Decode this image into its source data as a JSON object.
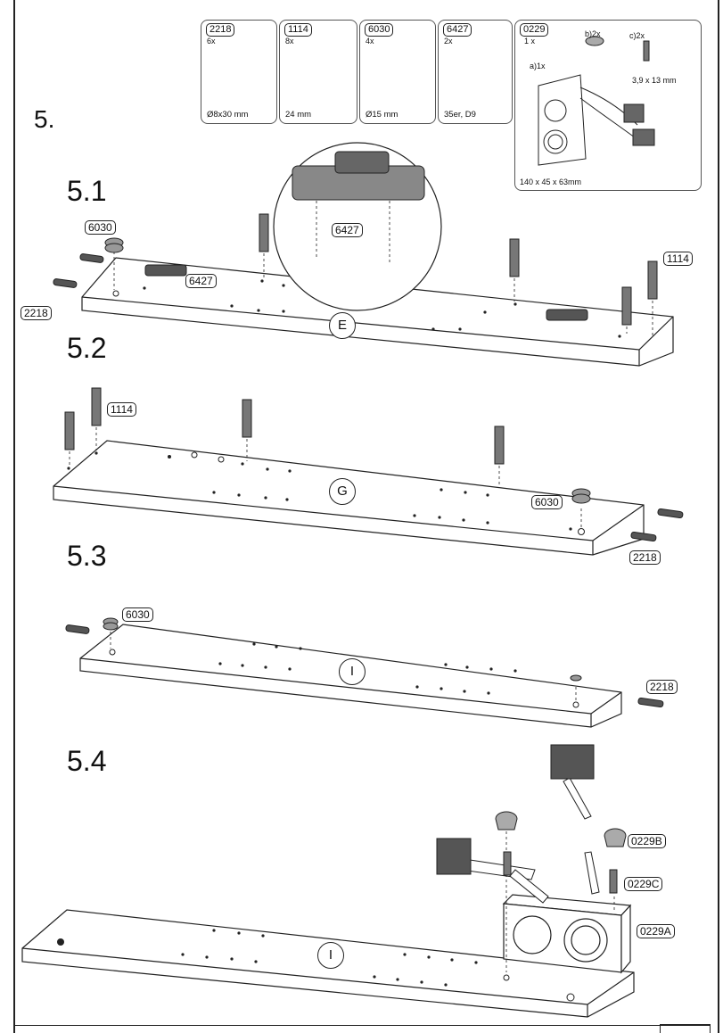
{
  "steps": {
    "main": "5.",
    "s1": "5.1",
    "s2": "5.2",
    "s3": "5.3",
    "s4": "5.4"
  },
  "parts": [
    {
      "code": "2218",
      "qty": "6x",
      "spec": "Ø8x30 mm"
    },
    {
      "code": "1114",
      "qty": "8x",
      "spec": "24 mm"
    },
    {
      "code": "6030",
      "qty": "4x",
      "spec": "Ø15 mm"
    },
    {
      "code": "6427",
      "qty": "2x",
      "spec": "35er, D9"
    }
  ],
  "kit": {
    "code": "0229",
    "qty": "1 x",
    "a": "a)1x",
    "b": "b)2x",
    "c": "c)2x",
    "screw": "3,9 x 13 mm",
    "size": "140 x 45 x 63mm"
  },
  "callouts": {
    "s1": {
      "cam": "6030",
      "hinge": "6427",
      "dowel": "2218",
      "screw": "1114",
      "zoom": "6427"
    },
    "s2": {
      "screw": "1114",
      "cam": "6030",
      "dowel": "2218"
    },
    "s3": {
      "cam": "6030",
      "dowel": "2218"
    },
    "s4": {
      "b": "0229B",
      "c": "0229C",
      "a": "0229A"
    }
  },
  "panels": {
    "p1": "E",
    "p2": "G",
    "p3": "I",
    "p4": "I"
  }
}
